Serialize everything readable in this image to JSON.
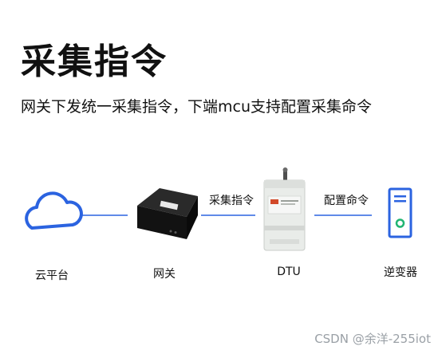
{
  "title": "采集指令",
  "subtitle": "网关下发统一采集指令，下端mcu支持配置采集命令",
  "nodes": [
    {
      "label": "云平台",
      "icon": "cloud-icon"
    },
    {
      "label": "网关",
      "icon": "gateway-device-icon"
    },
    {
      "label": "DTU",
      "icon": "dtu-device-icon"
    },
    {
      "label": "逆变器",
      "icon": "inverter-icon"
    }
  ],
  "edges": [
    {
      "label": ""
    },
    {
      "label": "采集指令"
    },
    {
      "label": "配置命令"
    }
  ],
  "watermark": "CSDN @余洋-255iot",
  "colors": {
    "accent": "#2b63e0",
    "device_dark": "#1b1b1b",
    "device_light": "#e9ece9"
  }
}
